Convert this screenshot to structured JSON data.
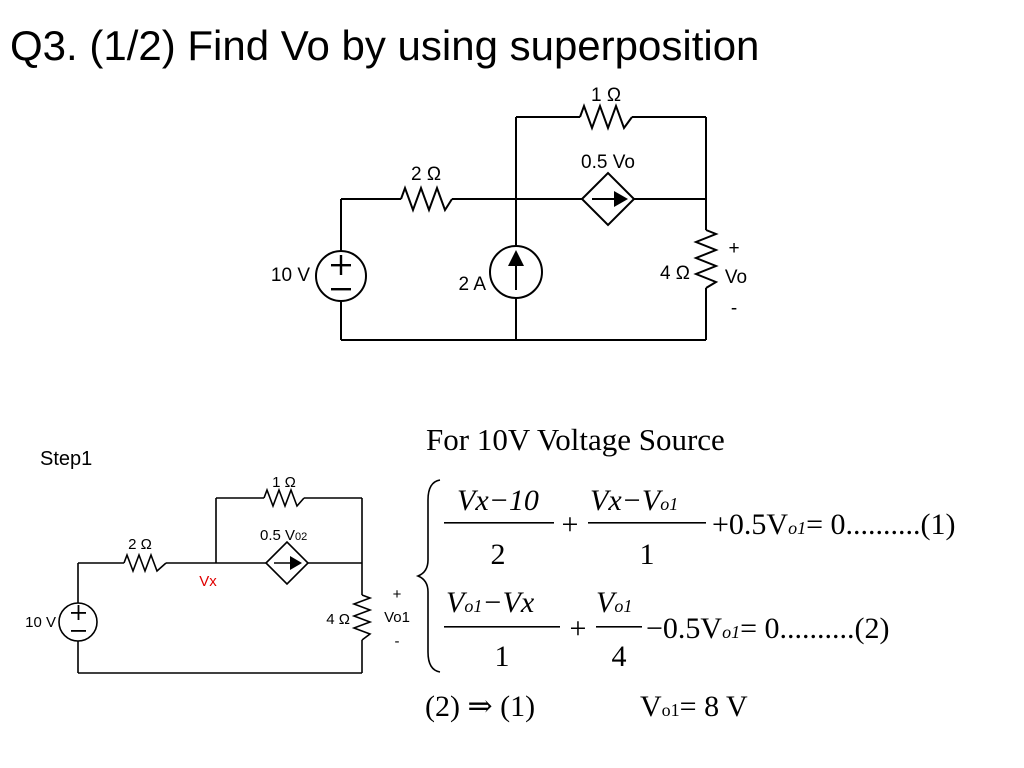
{
  "title": "Q3. (1/2) Find Vo by using superposition",
  "circuit_main": {
    "r1": "1 Ω",
    "r2": "2 Ω",
    "r4": "4 Ω",
    "dep_source": "0.5 Vo",
    "vsrc": "10 V",
    "isrc": "2 A",
    "vo_plus": "+",
    "vo_label": "Vo",
    "vo_minus": "-"
  },
  "step1": {
    "label": "Step1",
    "r1": "1 Ω",
    "r2": "2 Ω",
    "r4": "4 Ω",
    "dep_source": "0.5 V",
    "dep_source_sub": "02",
    "vsrc": "10 V",
    "node": "Vx",
    "node_color": "#e00000",
    "vo_plus": "+",
    "vo_label": "Vo1",
    "vo_minus": "-"
  },
  "solution": {
    "heading": "For 10V Voltage Source",
    "eq1": {
      "frac1_num": "Vx−10",
      "frac1_den": "2",
      "plus": "+",
      "frac2_num_a": "Vx−V",
      "frac2_num_sub": "o1",
      "frac2_den": "1",
      "rest_a": "+0.5V",
      "rest_sub": "o1",
      "rest_b": "= 0..........(1)"
    },
    "eq2": {
      "frac1_num_a": "V",
      "frac1_num_sub": "o1",
      "frac1_num_b": "−Vx",
      "frac1_den": "1",
      "plus": "+",
      "frac2_num_a": "V",
      "frac2_num_sub": "o1",
      "frac2_den": "4",
      "rest_a": "−0.5V",
      "rest_sub": "o1",
      "rest_b": "= 0..........(2)"
    },
    "result_lhs": "(2) ⇒ (1)",
    "result_v": "V",
    "result_sub": "o1",
    "result_rhs": "= 8 V"
  }
}
